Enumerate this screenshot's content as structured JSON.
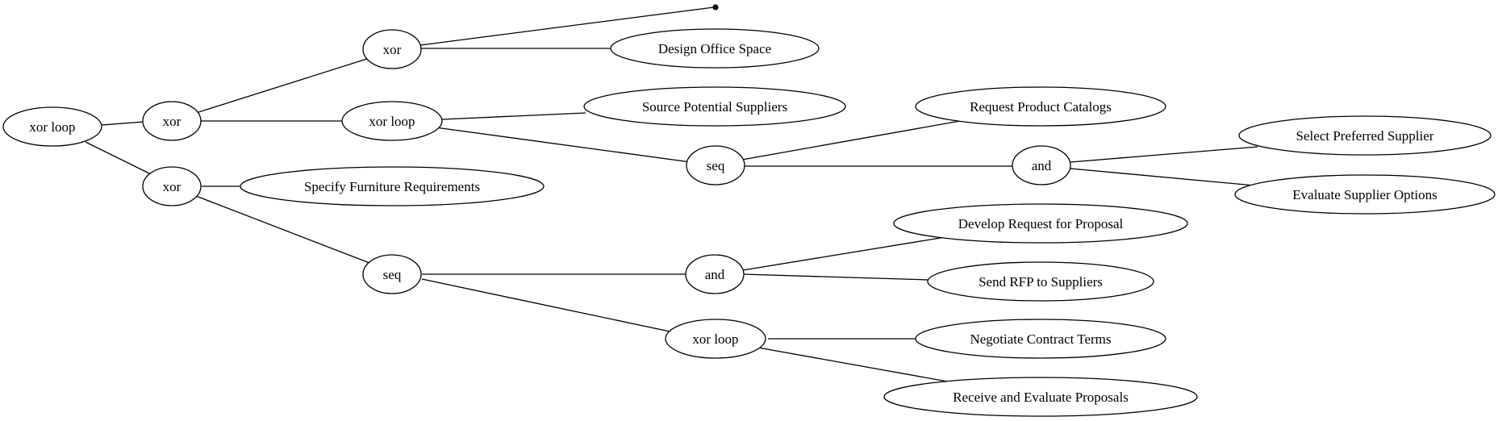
{
  "nodes": {
    "root": "xor loop",
    "xor_top": "xor",
    "xor_bottom": "xor",
    "xor_design": "xor",
    "xor_loop_mid": "xor loop",
    "design_office_space": "Design Office Space",
    "source_suppliers": "Source Potential Suppliers",
    "seq_catalog": "seq",
    "request_catalogs": "Request Product Catalogs",
    "and_select": "and",
    "select_supplier": "Select Preferred Supplier",
    "evaluate_options": "Evaluate Supplier Options",
    "specify_requirements": "Specify Furniture Requirements",
    "seq_rfp": "seq",
    "and_rfp": "and",
    "develop_rfp": "Develop Request for Proposal",
    "send_rfp": "Send RFP to Suppliers",
    "xor_loop_neg": "xor loop",
    "negotiate_terms": "Negotiate Contract Terms",
    "receive_proposals": "Receive and Evaluate Proposals"
  },
  "colors": {
    "stroke": "#000000",
    "fill": "#ffffff"
  }
}
